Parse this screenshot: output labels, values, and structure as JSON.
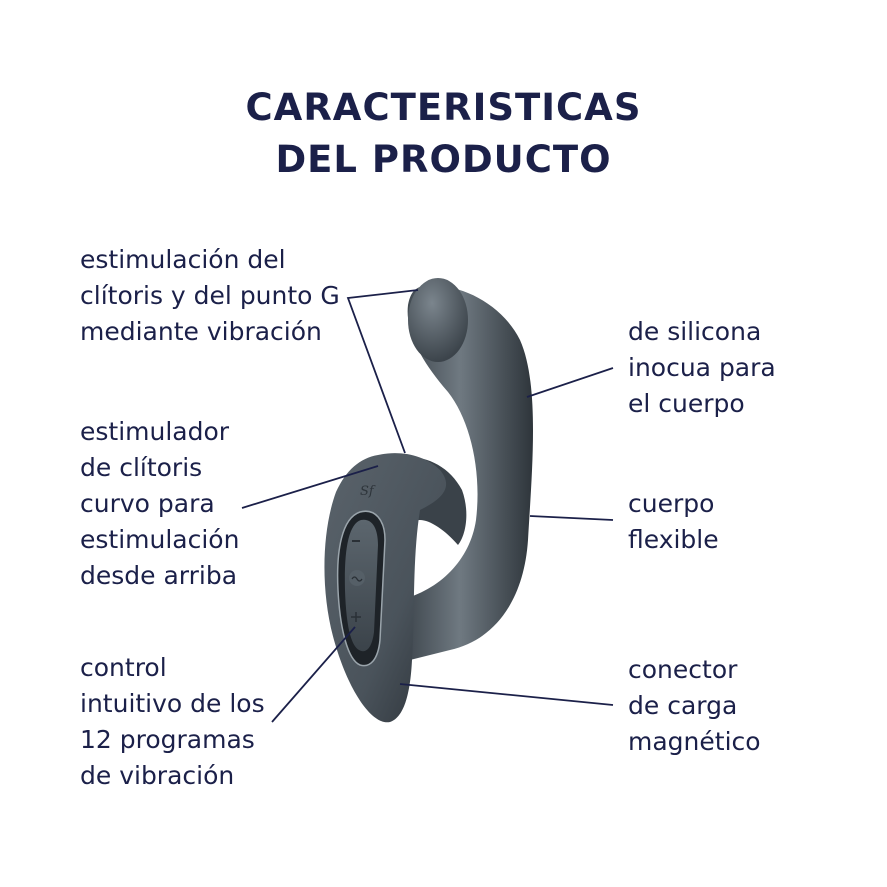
{
  "title": {
    "line1": "CARACTERISTICAS",
    "line2": "DEL PRODUCTO"
  },
  "colors": {
    "text": "#1b2049",
    "leader_line": "#1b2049",
    "product_body": "#4a535b",
    "product_highlight": "#7b858d",
    "product_shadow": "#2a3036",
    "background": "#ffffff"
  },
  "features_left": [
    {
      "id": "g-spot",
      "lines": [
        "estimulación del",
        "clítoris y del punto G",
        "mediante vibración"
      ]
    },
    {
      "id": "clitoral",
      "lines": [
        "estimulador",
        "de clítoris",
        "curvo para",
        "estimulación",
        "desde arriba"
      ]
    },
    {
      "id": "control",
      "lines": [
        "control",
        "intuitivo de los",
        "12 programas",
        "de vibración"
      ]
    }
  ],
  "features_right": [
    {
      "id": "silicone",
      "lines": [
        "de silicona",
        "inocua para",
        "el cuerpo"
      ]
    },
    {
      "id": "flexible",
      "lines": [
        "cuerpo",
        "flexible"
      ]
    },
    {
      "id": "charger",
      "lines": [
        "conector",
        "de carga",
        "magnético"
      ]
    }
  ],
  "product": {
    "name": "product-illustration",
    "brand_mark": "Sf",
    "buttons": [
      "–",
      "~",
      "+"
    ]
  }
}
